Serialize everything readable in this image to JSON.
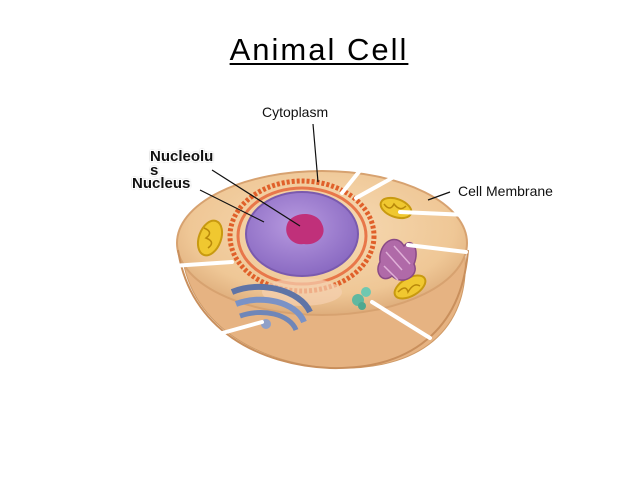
{
  "title": "Animal Cell",
  "labels": {
    "cytoplasm": "Cytoplasm",
    "nucleolus": "Nucleolu\ns",
    "nucleus": "Nucleus",
    "cell_membrane": "Cell Membrane"
  },
  "colors": {
    "cell_fill": "#f2cfa0",
    "cell_edge": "#d9a877",
    "nucleus_fill": "#a98ad6",
    "nucleolus_fill": "#c0307a",
    "er": "#e0602a",
    "golgi": "#6f86b8",
    "mitochondria": "#f0c830",
    "lysosome": "#5fb8a0"
  }
}
